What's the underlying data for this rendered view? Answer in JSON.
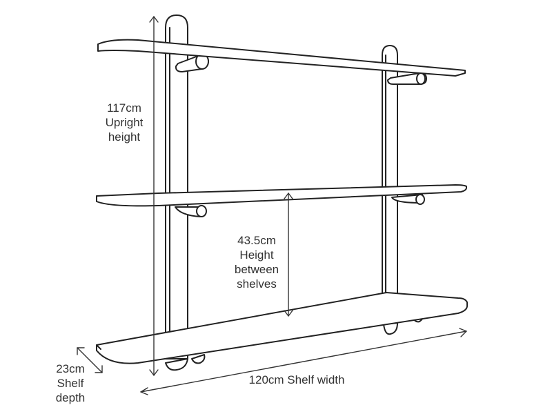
{
  "diagram": {
    "type": "product-dimension-drawing",
    "subject": "3-tier wall shelving unit",
    "stroke_color": "#222222",
    "text_color": "#333333"
  },
  "labels": {
    "upright": {
      "value": "117cm",
      "line1": "Upright",
      "line2": "height"
    },
    "spacing": {
      "value": "43.5cm",
      "line1": "Height",
      "line2": "between",
      "line3": "shelves"
    },
    "depth": {
      "value": "23cm",
      "line1": "Shelf",
      "line2": "depth"
    },
    "width": {
      "text": "120cm Shelf width"
    }
  }
}
